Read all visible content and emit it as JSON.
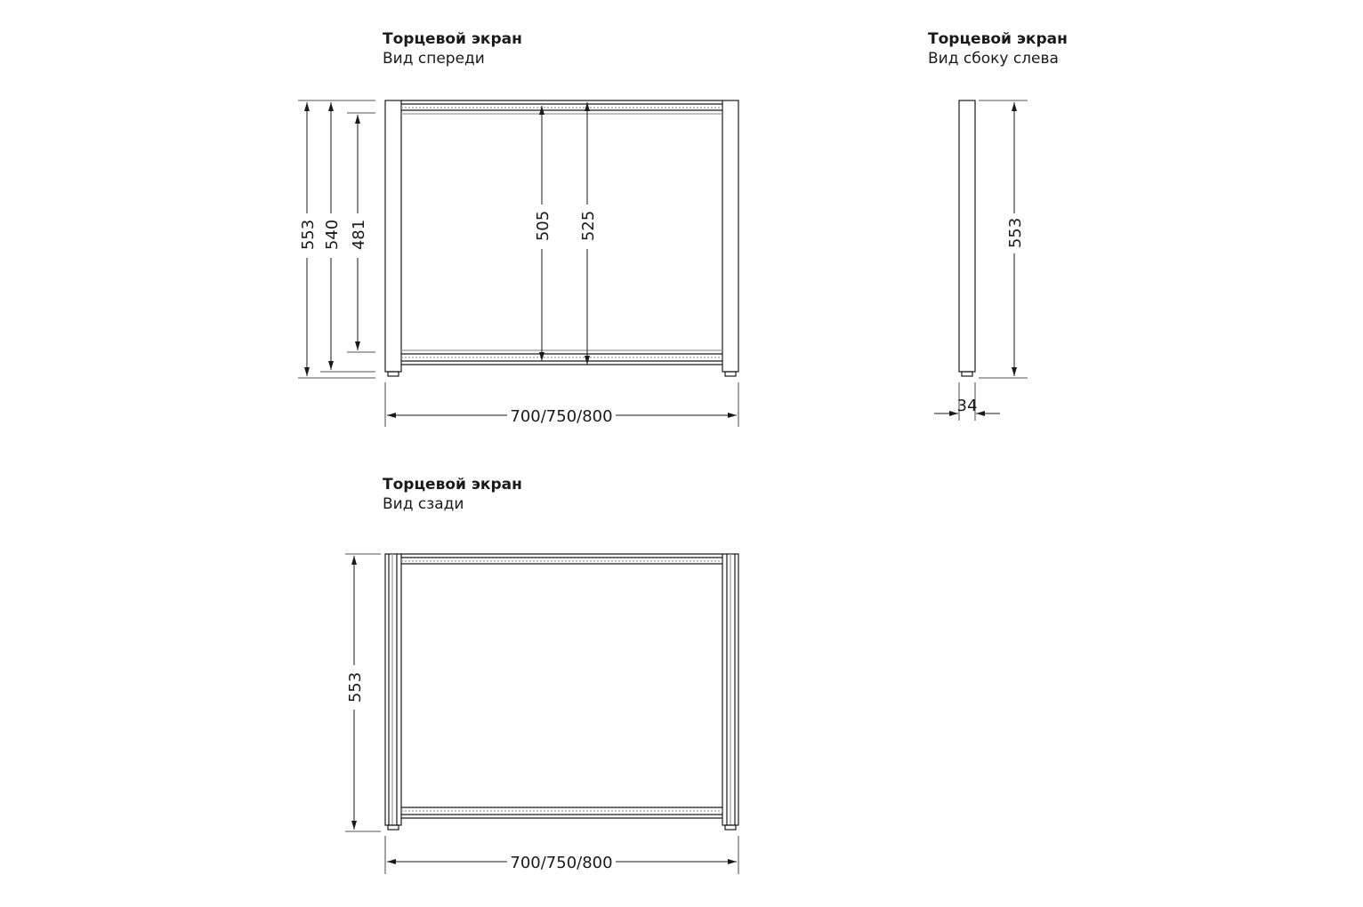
{
  "views": {
    "front": {
      "title": "Торцевой экран",
      "subtitle": "Вид спереди"
    },
    "side": {
      "title": "Торцевой экран",
      "subtitle": "Вид сбоку слева"
    },
    "back": {
      "title": "Торцевой экран",
      "subtitle": "Вид сзади"
    }
  },
  "dimensions": {
    "front": {
      "overall_height": "553",
      "height_540": "540",
      "height_481": "481",
      "inner_505": "505",
      "inner_525": "525",
      "width": "700/750/800"
    },
    "side": {
      "height": "553",
      "depth": "34"
    },
    "back": {
      "height": "553",
      "width": "700/750/800"
    }
  },
  "colors": {
    "line": "#1a1a1a",
    "light": "#9a9a9a"
  }
}
